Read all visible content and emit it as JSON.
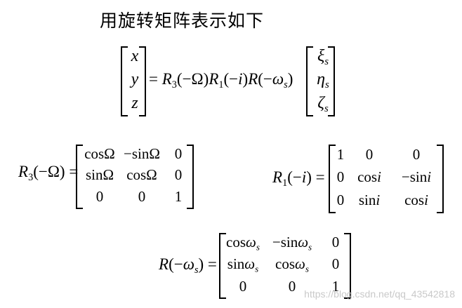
{
  "heading": "用旋转矩阵表示如下",
  "main_equation": {
    "lhs": [
      "x",
      "y",
      "z"
    ],
    "rhs_vector": [
      {
        "sym": "ξ",
        "sub": "s"
      },
      {
        "sym": "η",
        "sub": "s"
      },
      {
        "sym": "ζ",
        "sub": "s"
      }
    ]
  },
  "r3": {
    "rows": [
      [
        "cosΩ",
        "−sinΩ",
        "0"
      ],
      [
        "sinΩ",
        "cosΩ",
        "0"
      ],
      [
        "0",
        "0",
        "1"
      ]
    ]
  },
  "r1": {
    "rows": [
      [
        "1",
        "0",
        "0"
      ],
      [
        "0",
        "cos",
        "−sin"
      ],
      [
        "0",
        "sin",
        "cos"
      ]
    ]
  },
  "rw": {
    "rows": [
      [
        "cos",
        "−sin",
        "0"
      ],
      [
        "sin",
        "cos",
        "0"
      ],
      [
        "0",
        "0",
        "1"
      ]
    ]
  },
  "watermark": "https://blog.csdn.net/qq_43542818"
}
